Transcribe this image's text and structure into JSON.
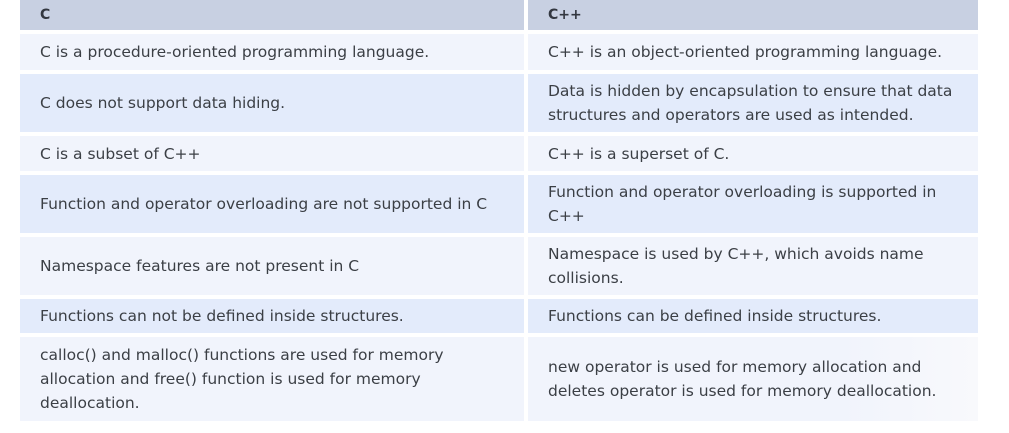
{
  "table": {
    "headers": [
      "C",
      "C++"
    ],
    "rows": [
      [
        "C is a procedure-oriented programming language.",
        "C++ is an object-oriented programming language."
      ],
      [
        "C does not support data hiding.",
        "Data is hidden by encapsulation to ensure that data structures and operators are used as intended."
      ],
      [
        "C is a subset of C++",
        "C++ is a superset of C."
      ],
      [
        "Function and operator overloading are not supported in C",
        "Function and operator overloading is supported in C++"
      ],
      [
        "Namespace features are not present in C",
        "Namespace is used by C++, which avoids name collisions."
      ],
      [
        "Functions can not be defined inside structures.",
        "Functions can be defined inside structures."
      ],
      [
        "calloc() and malloc() functions are used for memory allocation and free() function is used for memory deallocation.",
        "new operator is used for memory allocation and deletes operator is used for memory deallocation."
      ]
    ]
  },
  "colors": {
    "header_bg": "#c8d0e2",
    "row_light": "#f1f4fc",
    "row_dark": "#e3ebfb",
    "text": "#3b3f45"
  }
}
